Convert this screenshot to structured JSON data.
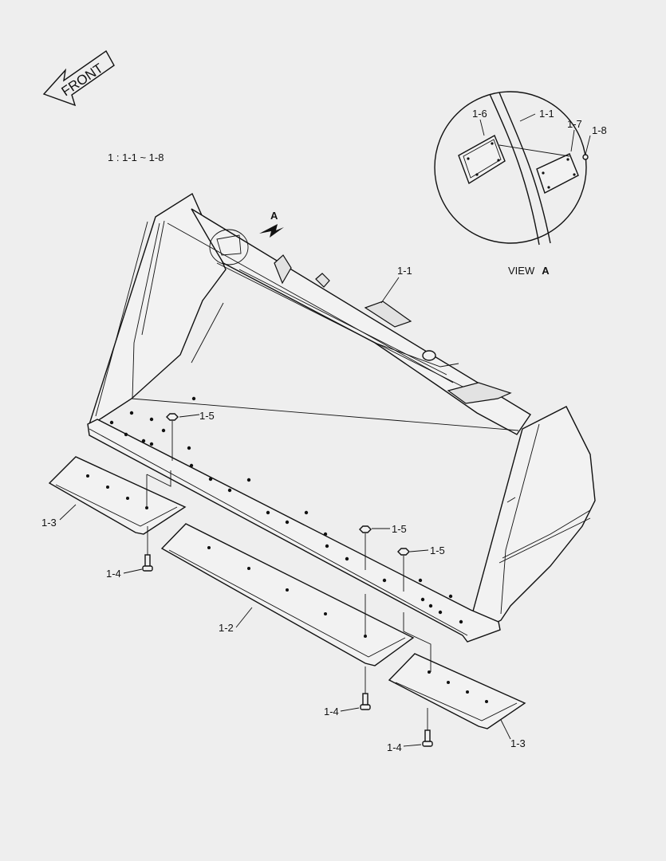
{
  "front_arrow": {
    "label": "FRONT"
  },
  "legend": {
    "text": "1 : 1-1 ~ 1-8"
  },
  "view_marker": {
    "label": "A"
  },
  "view_detail": {
    "caption_prefix": "VIEW",
    "caption_letter": "A"
  },
  "callouts": {
    "detail_1_6": "1-6",
    "detail_1_1": "1-1",
    "detail_1_7": "1-7",
    "detail_1_8": "1-8",
    "bucket_1_1": "1-1",
    "nut_1_5_left": "1-5",
    "nut_1_5_mid": "1-5",
    "nut_1_5_right": "1-5",
    "edge_1_3_left": "1-3",
    "edge_1_2_center": "1-2",
    "edge_1_3_right": "1-3",
    "bolt_1_4_left": "1-4",
    "bolt_1_4_mid": "1-4",
    "bolt_1_4_right": "1-4"
  }
}
